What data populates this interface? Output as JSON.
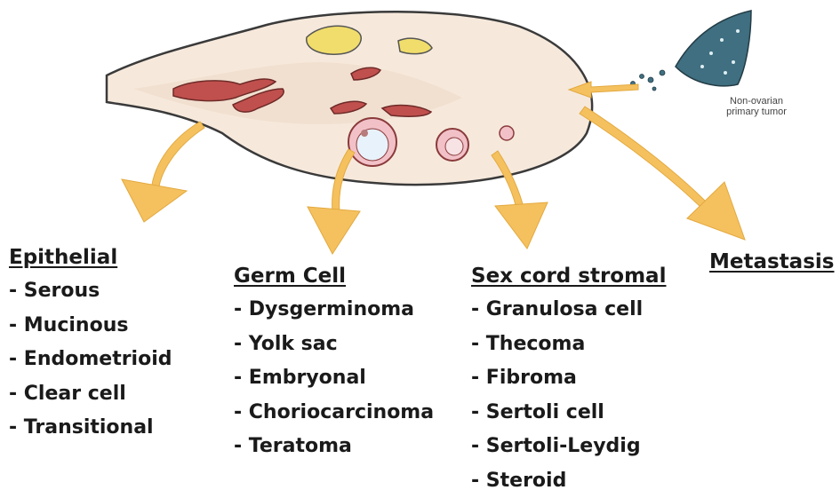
{
  "tumor_label": "Non-ovarian\nprimary tumor",
  "categories": [
    {
      "title": "Epithelial",
      "items": [
        "- Serous",
        "- Mucinous",
        "- Endometrioid",
        "- Clear cell",
        "- Transitional"
      ]
    },
    {
      "title": "Germ Cell",
      "items": [
        "- Dysgerminoma",
        "- Yolk sac",
        "- Embryonal",
        "- Choriocarcinoma",
        "- Teratoma"
      ]
    },
    {
      "title": "Sex cord stromal",
      "items": [
        "- Granulosa cell",
        "- Thecoma",
        "- Fibroma",
        "- Sertoli cell",
        "- Sertoli-Leydig",
        "- Steroid"
      ]
    },
    {
      "title": "Metastasis",
      "items": []
    }
  ],
  "colors": {
    "arrow": "#f5c15f",
    "ovary_fill": "#f6e9dc",
    "vessel": "#c0504d",
    "corpus": "#f1dd6b",
    "follicle": "#f2c1c8",
    "tumor": "#3f6f80"
  }
}
